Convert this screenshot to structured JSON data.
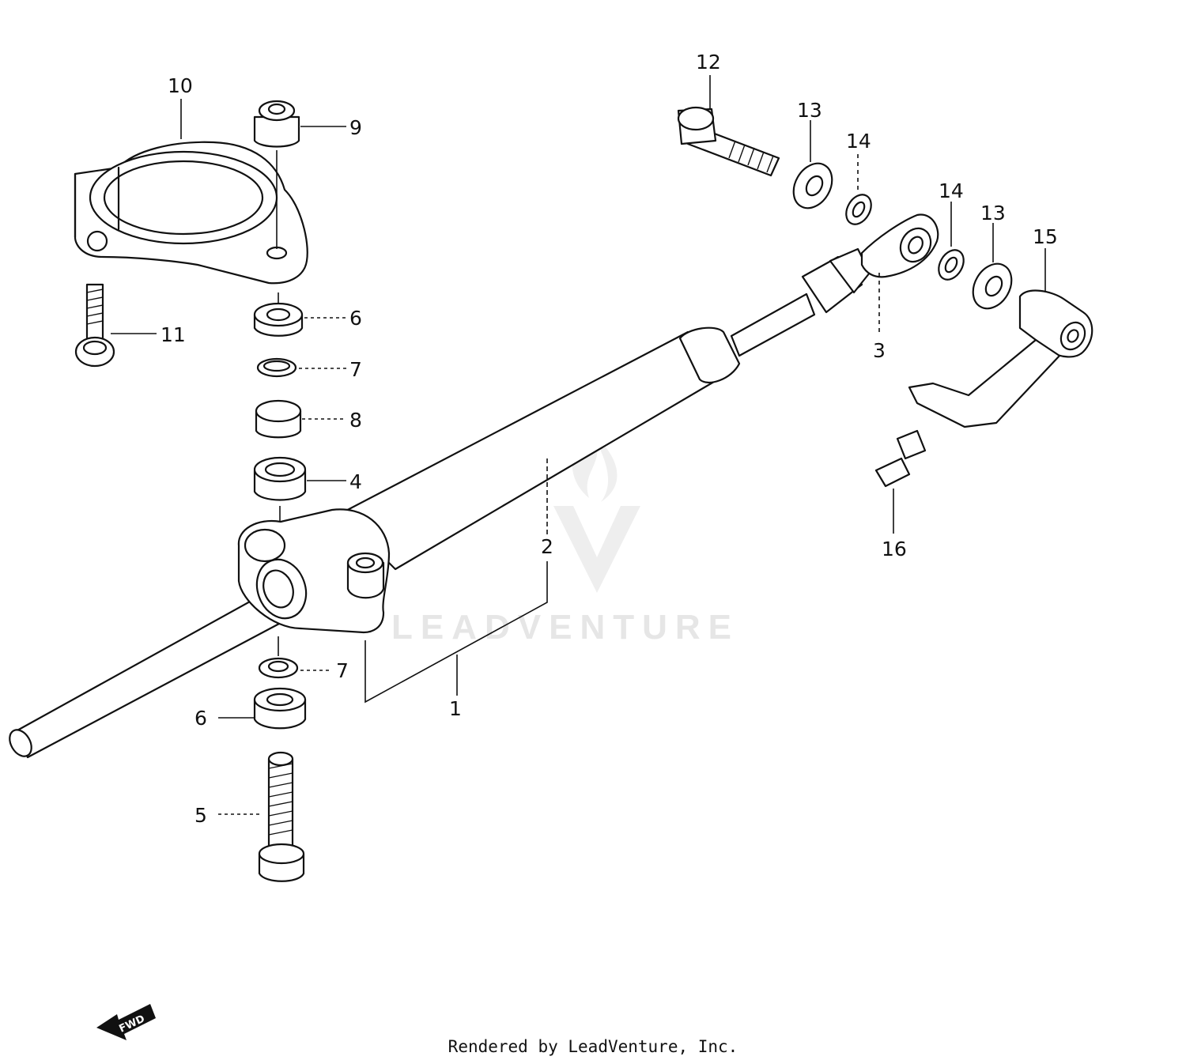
{
  "diagram": {
    "callouts": {
      "c1": "1",
      "c2": "2",
      "c3": "3",
      "c4": "4",
      "c5": "5",
      "c6a": "6",
      "c6b": "6",
      "c7a": "7",
      "c7b": "7",
      "c8": "8",
      "c9": "9",
      "c10": "10",
      "c11": "11",
      "c12": "12",
      "c13a": "13",
      "c13b": "13",
      "c14a": "14",
      "c14b": "14",
      "c15": "15",
      "c16": "16"
    },
    "watermark": "LEADVENTURE",
    "fwd_label": "FWD"
  },
  "footer": {
    "text": "Rendered by LeadVenture, Inc."
  }
}
